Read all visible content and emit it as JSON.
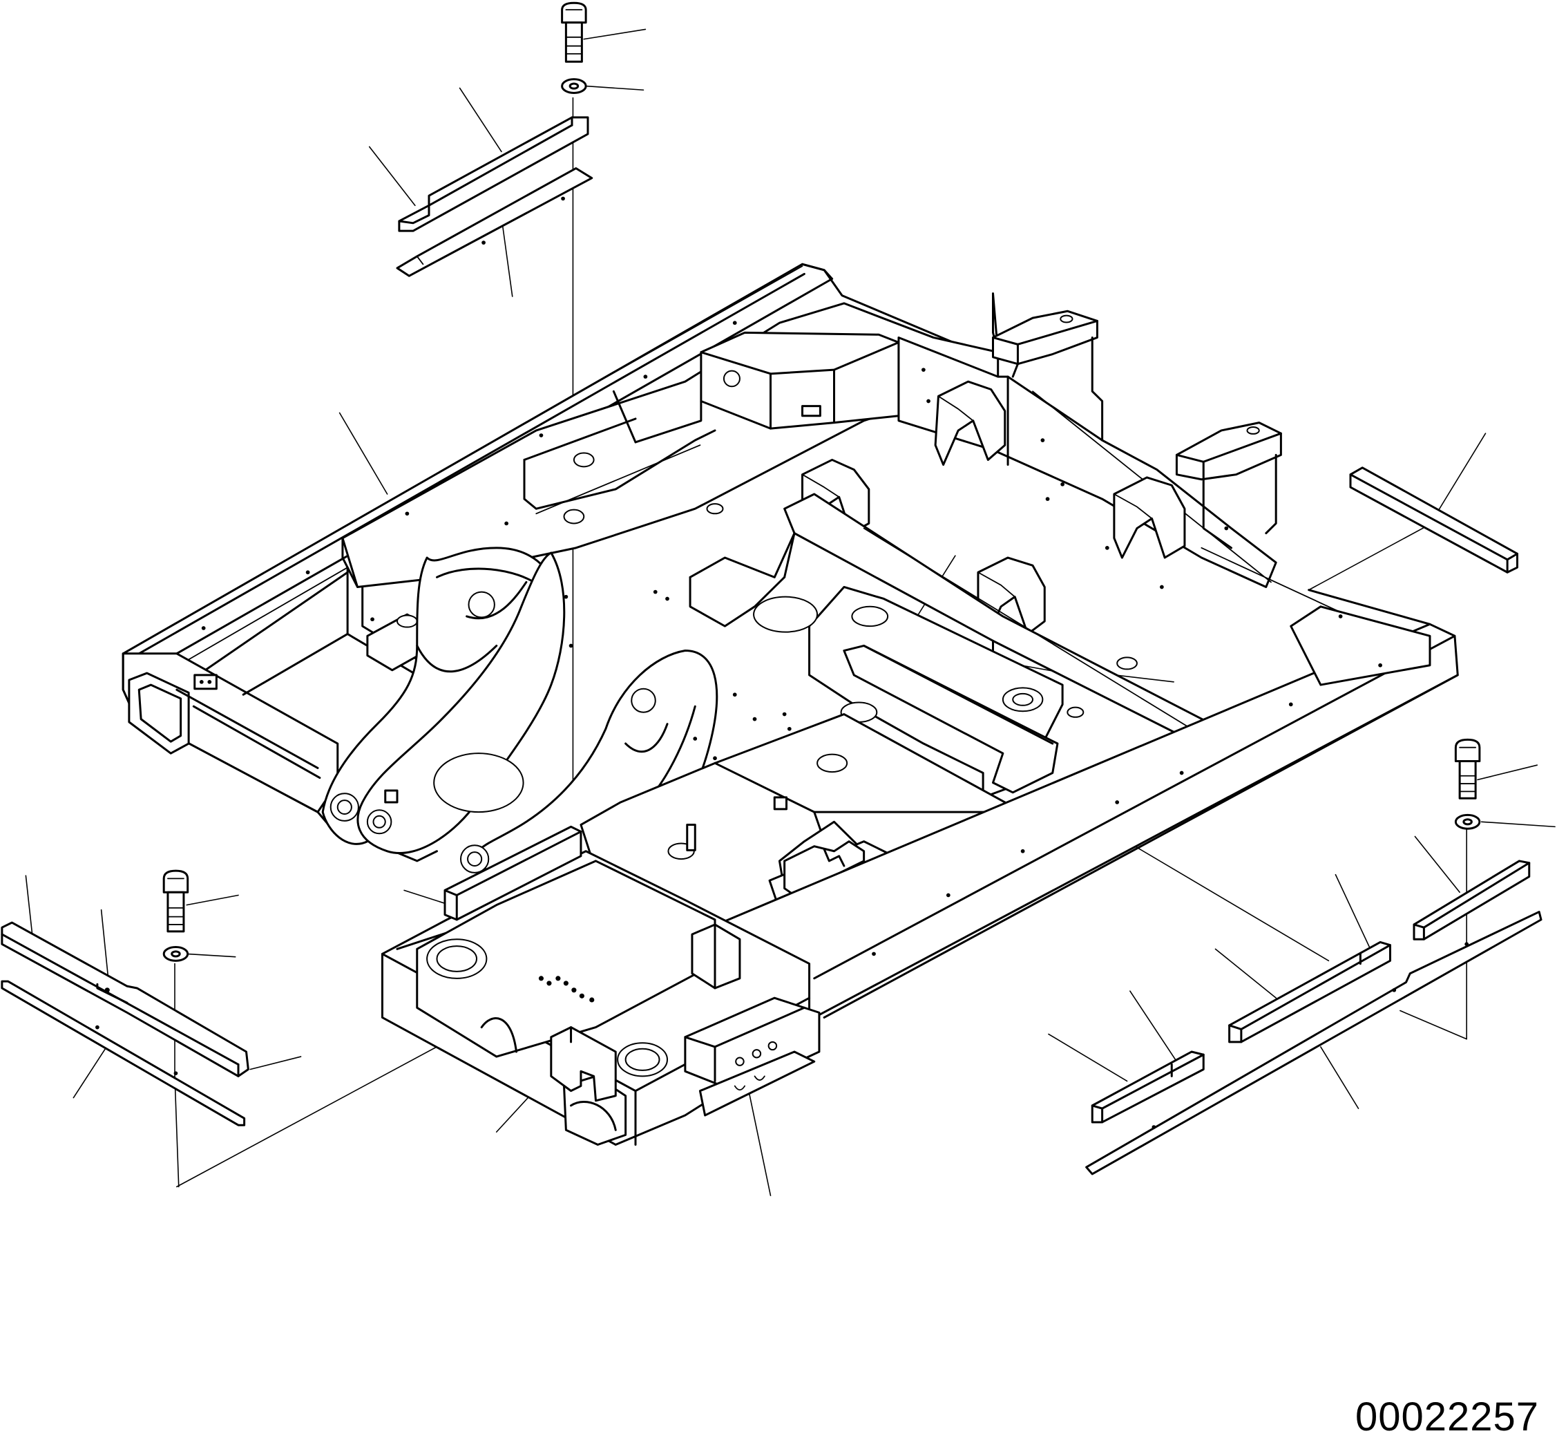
{
  "drawing": {
    "figure_number": "00022257",
    "colors": {
      "line": "#000000",
      "background": "#ffffff"
    },
    "parts": [
      "main-frame",
      "top-bolt",
      "top-washer",
      "top-wedge-block",
      "top-shim-plate",
      "left-bolt",
      "left-washer",
      "left-wedge-block",
      "left-shim-plate",
      "right-bolt",
      "right-washer",
      "right-wedge-block",
      "right-shim-plate",
      "right-spacer-bar",
      "lower-spacer-bar-a",
      "lower-spacer-bar-b",
      "front-spacer-bar",
      "rear-block"
    ]
  }
}
